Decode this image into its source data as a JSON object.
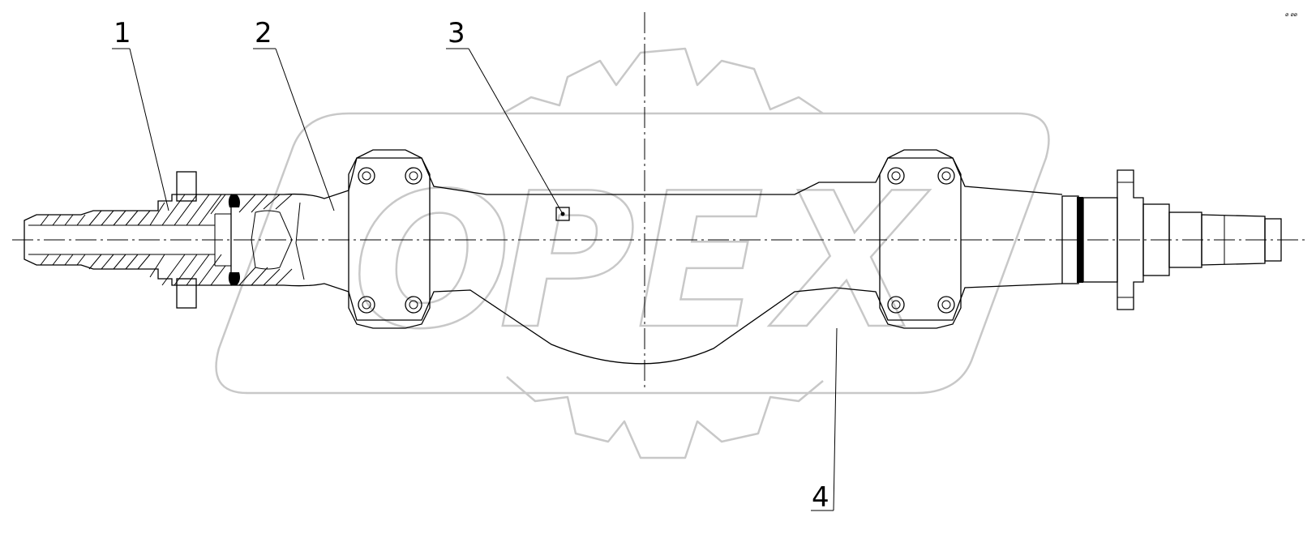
{
  "callouts": [
    {
      "id": "callout-1",
      "label": "1"
    },
    {
      "id": "callout-2",
      "label": "2"
    },
    {
      "id": "callout-3",
      "label": "3"
    },
    {
      "id": "callout-4",
      "label": "4"
    }
  ],
  "watermark": {
    "letters": [
      "О",
      "Р",
      "Е",
      "Х"
    ],
    "color": "#c8c8c8"
  },
  "corner_mark": "⌀ ⌀⌀",
  "line_color": "#000000"
}
